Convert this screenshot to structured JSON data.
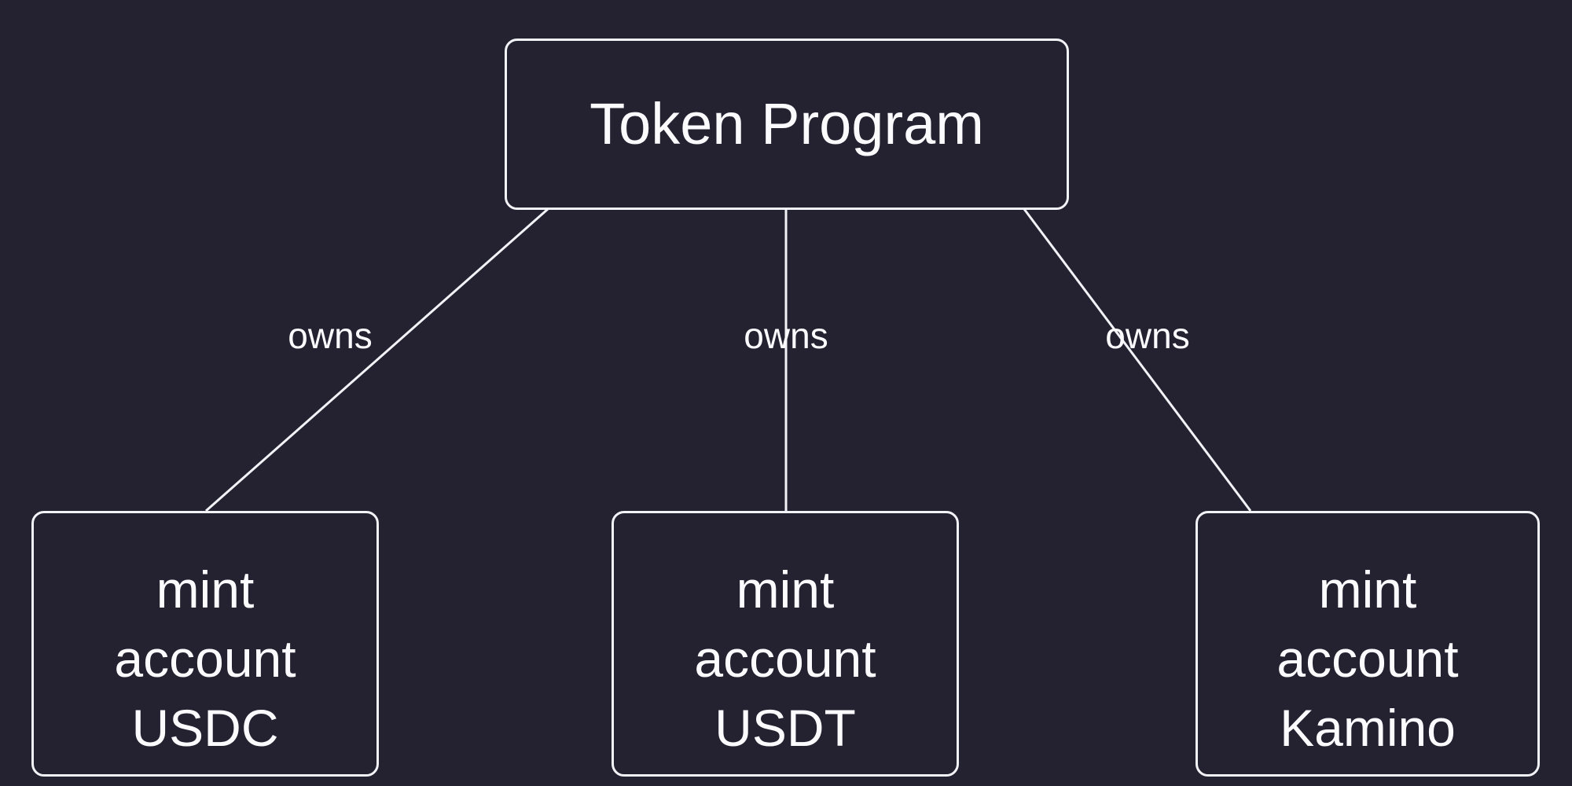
{
  "colors": {
    "background": "#242131",
    "stroke": "#f2f3f6",
    "text": "#fbfbfd"
  },
  "diagram": {
    "type": "flowchart",
    "nodes": {
      "token_program": {
        "label": "Token Program"
      },
      "mint_usdc": {
        "line1": "mint",
        "line2": "account",
        "line3": "USDC"
      },
      "mint_usdt": {
        "line1": "mint",
        "line2": "account",
        "line3": "USDT"
      },
      "mint_kamino": {
        "line1": "mint",
        "line2": "account",
        "line3": "Kamino"
      }
    },
    "edges": {
      "usdc": {
        "from": "Token Program",
        "to": "mint account USDC",
        "label": "owns"
      },
      "usdt": {
        "from": "Token Program",
        "to": "mint account USDT",
        "label": "owns"
      },
      "kamino": {
        "from": "Token Program",
        "to": "mint account Kamino",
        "label": "owns"
      }
    }
  }
}
